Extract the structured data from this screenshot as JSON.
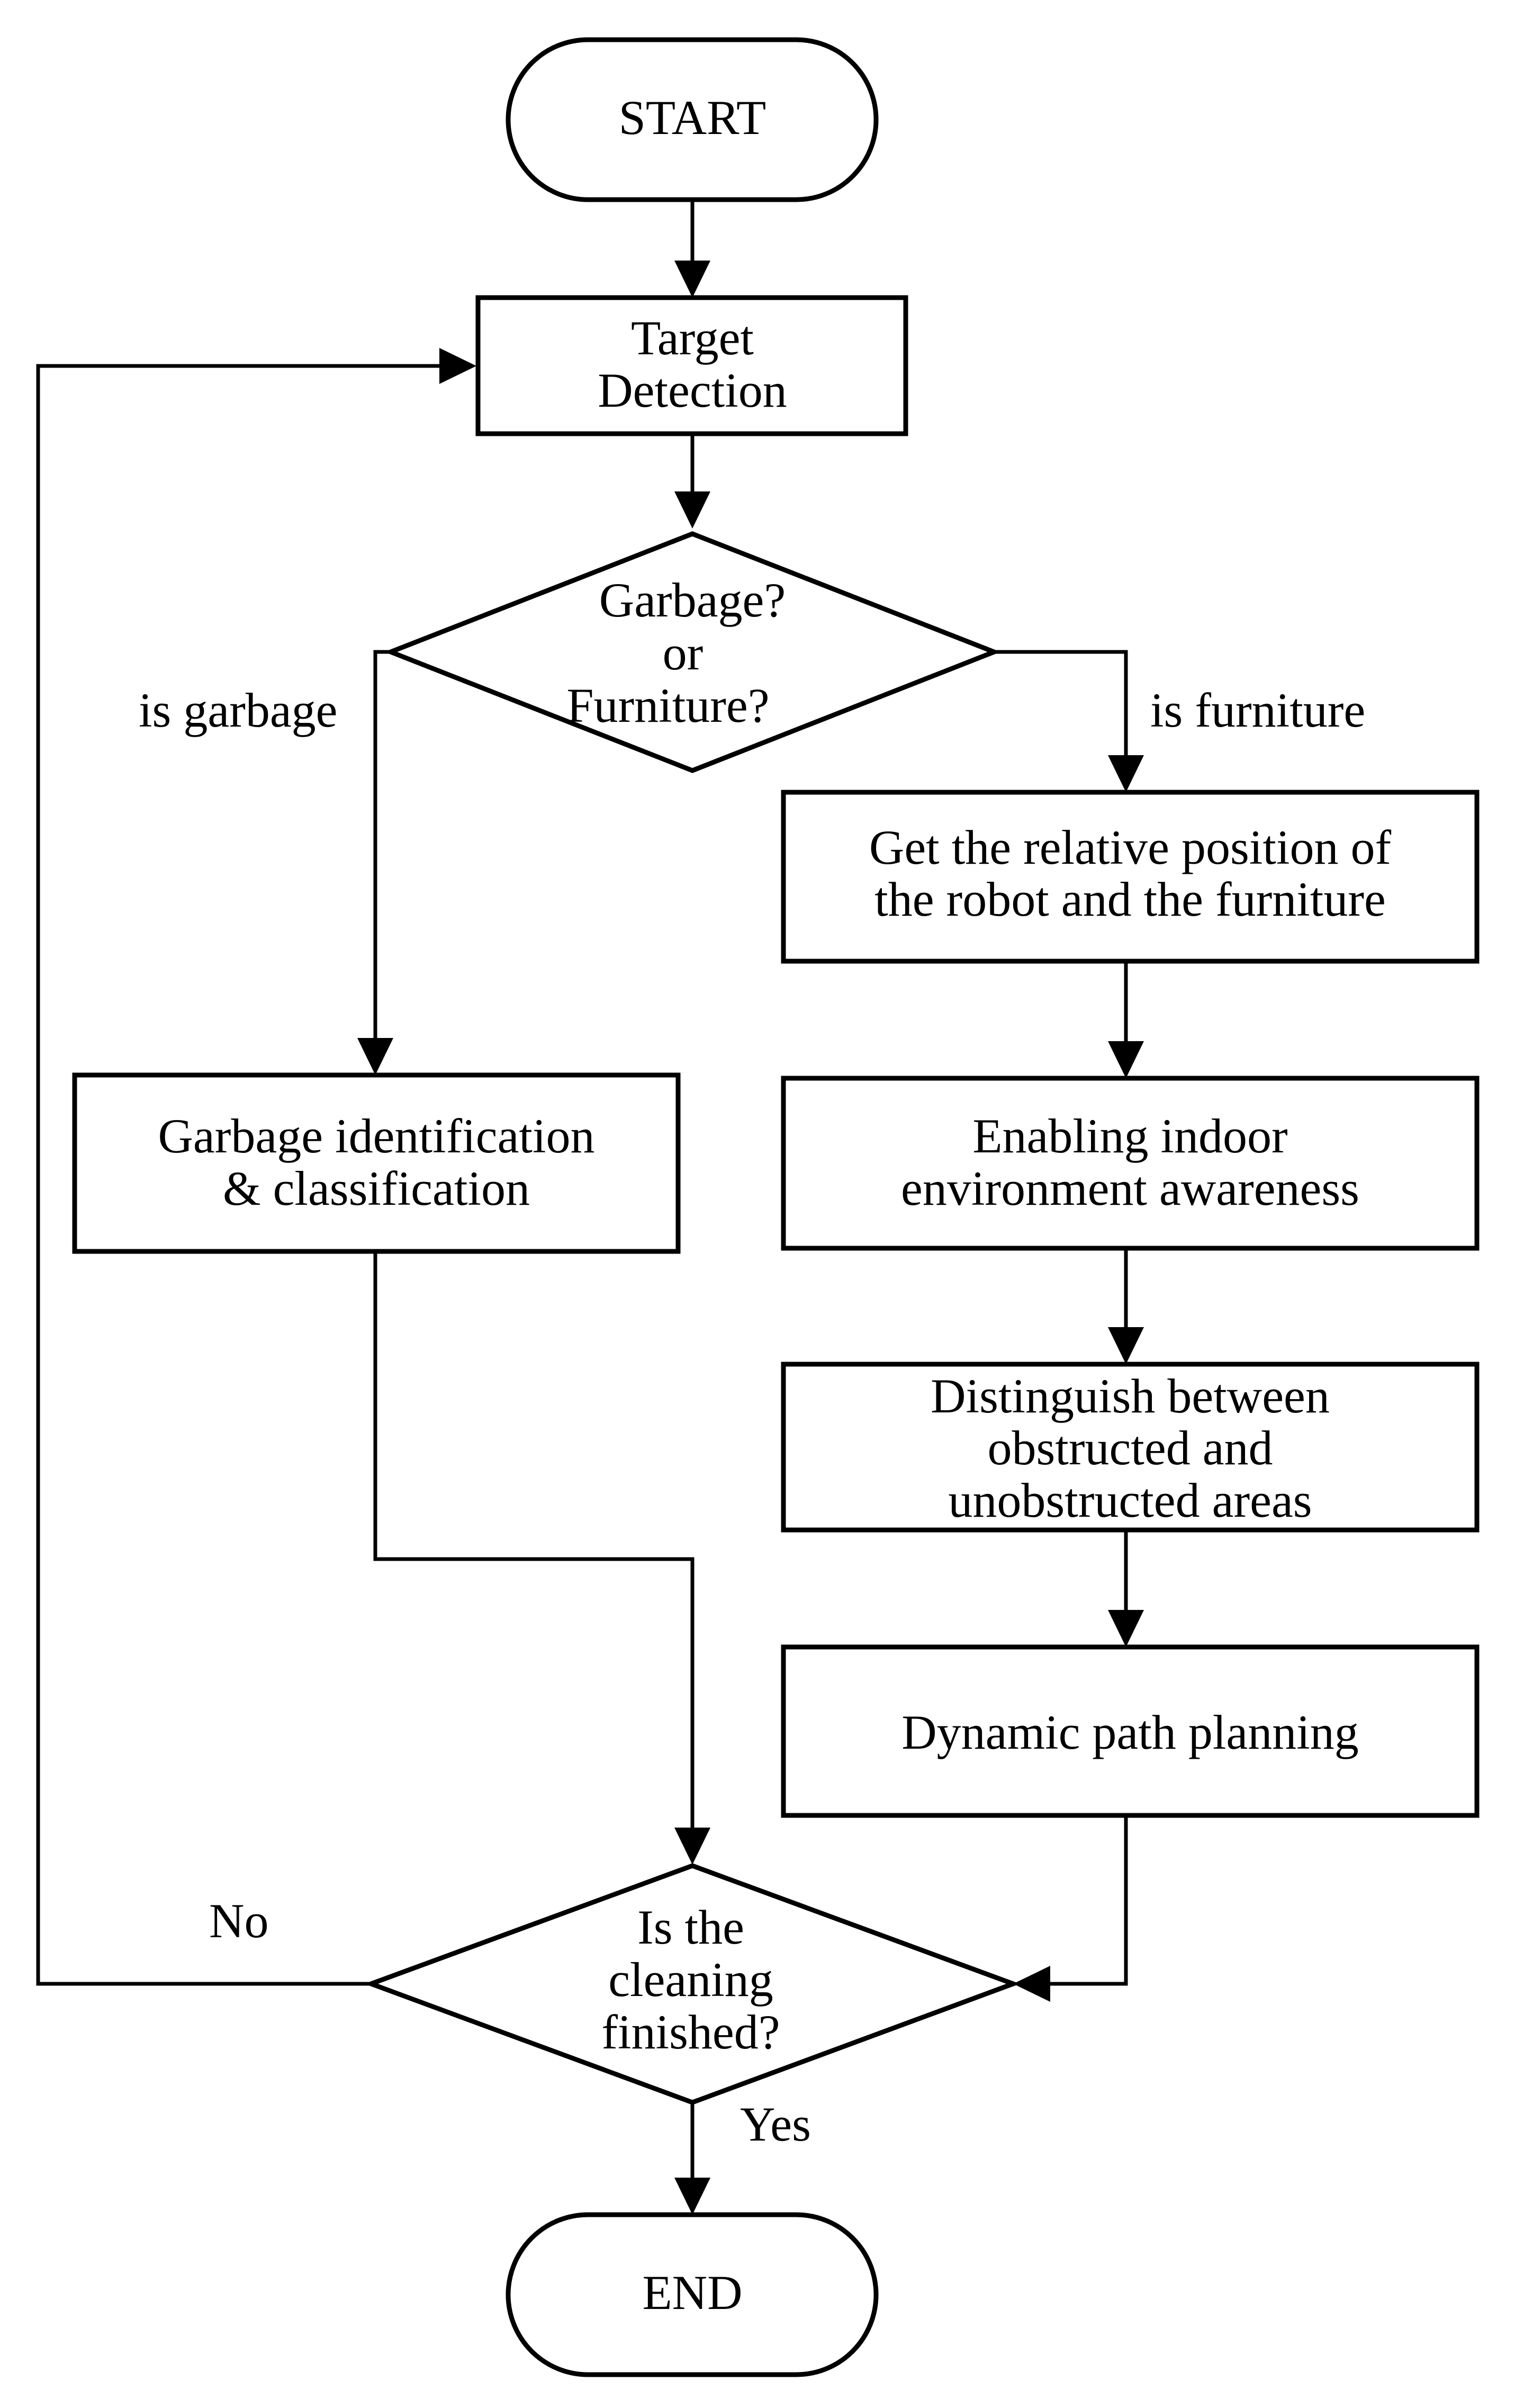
{
  "diagram": {
    "start": "START",
    "target_detection": [
      "Target",
      "Detection"
    ],
    "decision_type": [
      "Garbage?",
      "or",
      "Furniture?"
    ],
    "label_is_garbage": "is garbage",
    "label_is_furniture": "is furniture",
    "relative_position": [
      "Get the relative position of",
      "the robot and the furniture"
    ],
    "garbage_identification": [
      "Garbage identification",
      "& classification"
    ],
    "environment_awareness": [
      "Enabling indoor",
      "environment awareness"
    ],
    "distinguish_areas": [
      "Distinguish between",
      "obstructed and",
      "unobstructed areas"
    ],
    "path_planning": "Dynamic path planning",
    "decision_finished": [
      "Is the",
      "cleaning",
      "finished?"
    ],
    "label_no": "No",
    "label_yes": "Yes",
    "end": "END"
  }
}
